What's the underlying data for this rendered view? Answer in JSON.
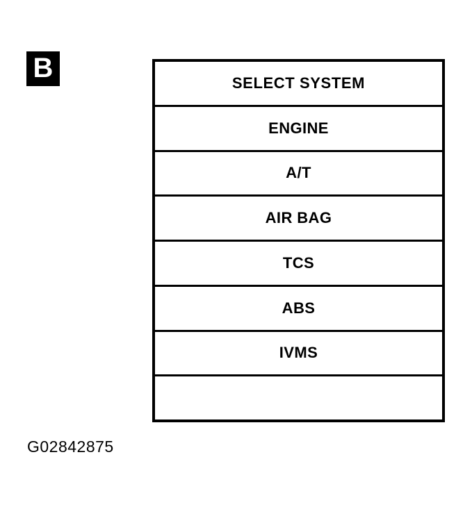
{
  "figure": {
    "badge_letter": "B",
    "caption": "G02842875"
  },
  "menu": {
    "header": {
      "label": "SELECT SYSTEM"
    },
    "rows": [
      {
        "label": "ENGINE"
      },
      {
        "label": "A/T"
      },
      {
        "label": "AIR BAG"
      },
      {
        "label": "TCS"
      },
      {
        "label": "ABS"
      },
      {
        "label": "IVMS"
      },
      {
        "label": ""
      }
    ]
  },
  "colors": {
    "ink": "#000000",
    "paper": "#ffffff"
  }
}
